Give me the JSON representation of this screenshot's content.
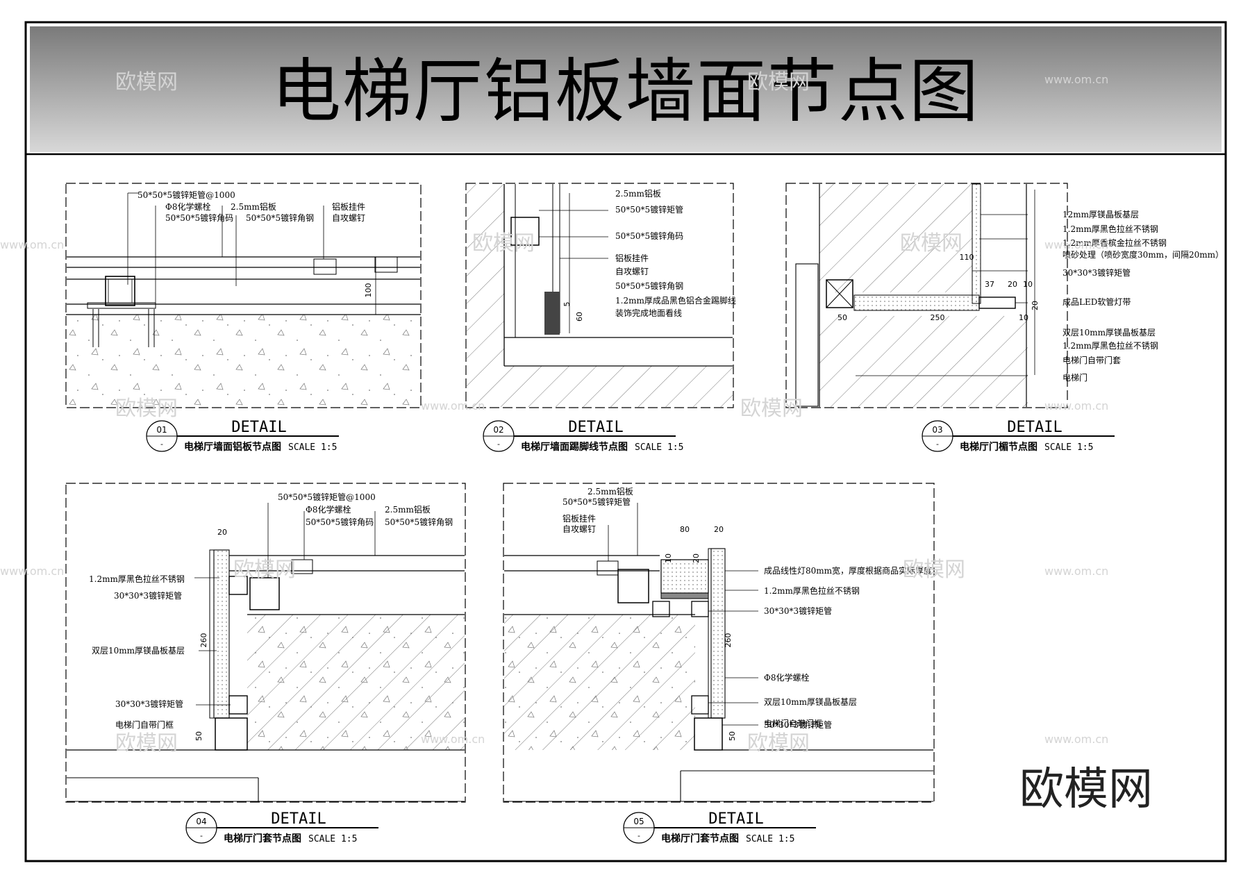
{
  "title": "电梯厅铝板墙面节点图",
  "brand": "欧模网",
  "watermark_cn": "欧模网",
  "watermark_url": "www.om.cn",
  "details": [
    {
      "number": "01",
      "dash": "-",
      "heading": "DETAIL",
      "caption": "电梯厅墙面铝板节点图",
      "scale": "SCALE 1:5",
      "labels": [
        "50*50*5镀锌矩管@1000",
        "Φ8化学螺栓",
        "50*50*5镀锌角码",
        "2.5mm铝板",
        "50*50*5镀锌角钢",
        "铝板挂件",
        "自攻螺钉"
      ],
      "dims": [
        "100"
      ]
    },
    {
      "number": "02",
      "dash": "-",
      "heading": "DETAIL",
      "caption": "电梯厅墙面踢脚线节点图",
      "scale": "SCALE 1:5",
      "labels": [
        "2.5mm铝板",
        "50*50*5镀锌矩管",
        "50*50*5镀锌角码",
        "铝板挂件",
        "自攻螺钉",
        "50*50*5镀锌角钢",
        "1.2mm厚成品黑色铝合金踢脚线",
        "装饰完成地面看线"
      ],
      "dims": [
        "5",
        "60"
      ]
    },
    {
      "number": "03",
      "dash": "-",
      "heading": "DETAIL",
      "caption": "电梯厅门楣节点图",
      "scale": "SCALE 1:5",
      "labels": [
        "12mm厚镁晶板基层",
        "1.2mm厚黑色拉丝不锈钢",
        "1.2mm厚香槟金拉丝不锈钢",
        "喷砂处理（喷砂宽度30mm，间隔20mm）",
        "30*30*3镀锌矩管",
        "成品LED软管灯带",
        "双层10mm厚镁晶板基层",
        "1.2mm厚黑色拉丝不锈钢",
        "电梯门自带门套",
        "电梯门"
      ],
      "dims": [
        "110",
        "37",
        "20",
        "10",
        "20",
        "50",
        "250",
        "10"
      ]
    },
    {
      "number": "04",
      "dash": "-",
      "heading": "DETAIL",
      "caption": "电梯厅门套节点图",
      "scale": "SCALE 1:5",
      "labels": [
        "50*50*5镀锌矩管@1000",
        "Φ8化学螺栓",
        "2.5mm铝板",
        "50*50*5镀锌角码",
        "50*50*5镀锌角钢",
        "1.2mm厚黑色拉丝不锈钢",
        "30*30*3镀锌矩管",
        "双层10mm厚镁晶板基层",
        "30*30*3镀锌矩管",
        "电梯门自带门框"
      ],
      "dims": [
        "20",
        "260",
        "50"
      ]
    },
    {
      "number": "05",
      "dash": "-",
      "heading": "DETAIL",
      "caption": "电梯厅门套节点图",
      "scale": "SCALE 1:5",
      "labels": [
        "2.5mm铝板",
        "50*50*5镀锌矩管",
        "铝板挂件",
        "自攻螺钉",
        "成品线性灯80mm宽，厚度根据商品实际厚度",
        "1.2mm厚黑色拉丝不锈钢",
        "30*30*3镀锌矩管",
        "Φ8化学螺栓",
        "双层10mm厚镁晶板基层",
        "30*30*3镀锌矩管",
        "电梯门自带门框"
      ],
      "dims": [
        "80",
        "20",
        "10",
        "20",
        "260",
        "50"
      ]
    }
  ]
}
